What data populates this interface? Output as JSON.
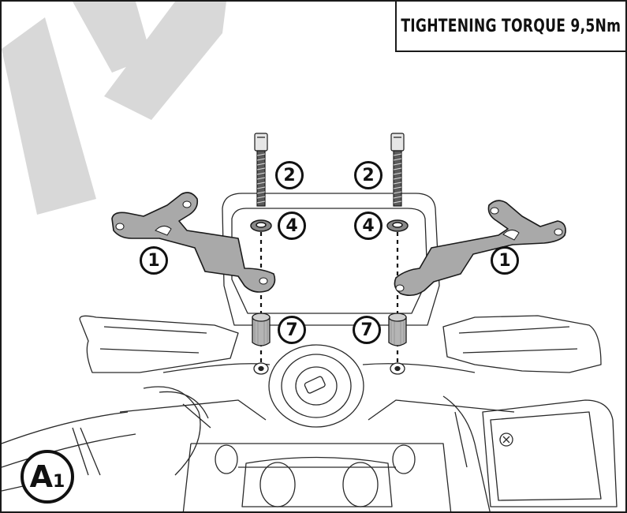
{
  "torque_label": "TIGHTENING TORQUE 9,5Nm",
  "view_badge": {
    "letter": "A",
    "sub": "1"
  },
  "callouts": {
    "bracket": "1",
    "screw": "2",
    "washer": "4",
    "spacer": "7"
  },
  "colors": {
    "line": "#1a1a1a",
    "bracket": "#a7a7a7",
    "spacer": "#b8b8b8",
    "watermark": "#d6d6d6",
    "background": "#ffffff"
  }
}
